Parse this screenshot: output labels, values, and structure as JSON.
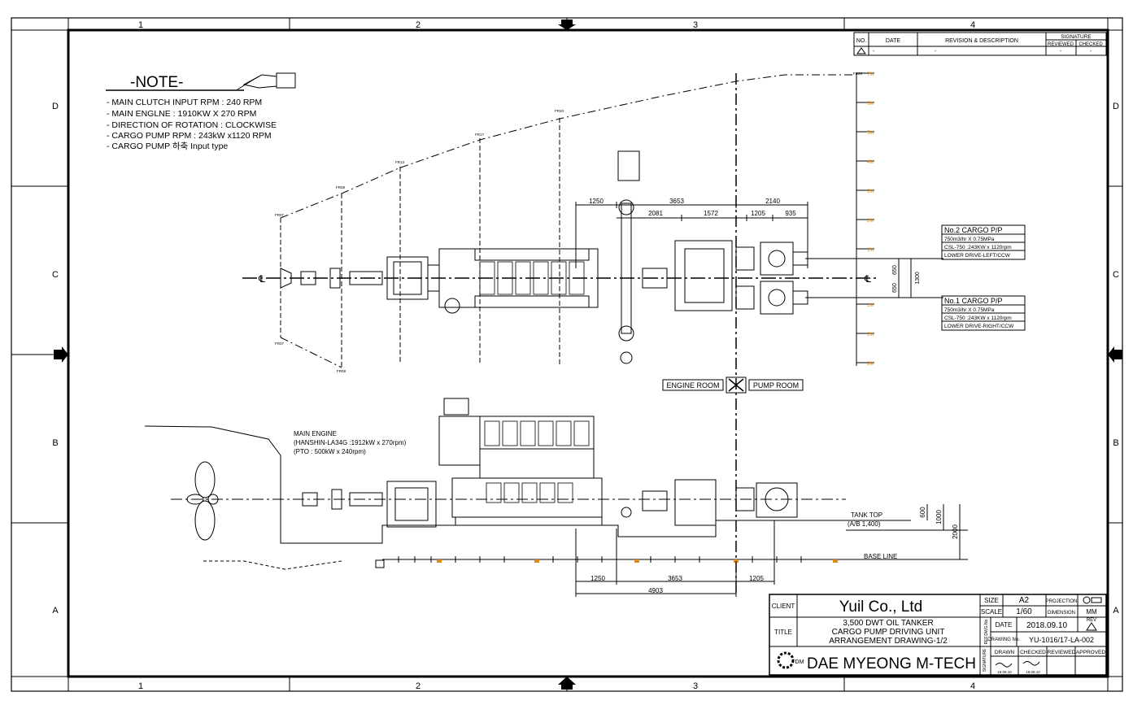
{
  "grid": {
    "cols": [
      "1",
      "2",
      "3",
      "4"
    ],
    "rows": [
      "D",
      "C",
      "B",
      "A"
    ]
  },
  "note": {
    "title": "-NOTE-",
    "lines": [
      "- MAIN CLUTCH INPUT RPM : 240 RPM",
      "- MAIN ENGLNE : 1910KW X 270 RPM",
      "- DIRECTION OF ROTATION : CLOCKWISE",
      "- CARGO PUMP RPM : 243kW x1120 RPM",
      "- CARGO PUMP 하축 Input type"
    ]
  },
  "revision": {
    "headers": [
      "NO.",
      "DATE",
      "REVISION & DESCRIPTION",
      "SIGNATURE",
      "REVIEWED",
      "CHECKED"
    ],
    "row": [
      "-",
      "-",
      "-",
      "-"
    ]
  },
  "plan": {
    "dims_top": [
      "1250",
      "3653",
      "2140"
    ],
    "dims_second": [
      "2081",
      "1572",
      "1205",
      "935"
    ],
    "dims_right": [
      "650",
      "1300",
      "650"
    ],
    "frame_labels": [
      "FR07",
      "FR08",
      "FR13",
      "FR17",
      "FR20",
      "FR26",
      "FR07",
      "FR08"
    ],
    "scale_marks": [
      "7M",
      "6M",
      "5M",
      "4M",
      "3M",
      "2M",
      "1M",
      "0",
      "1M",
      "2M",
      "3M"
    ],
    "cargo_pump_2": {
      "title": "No.2 CARGO P/P",
      "lines": [
        "750m3/hr X 0.75MPa",
        "CSL-750 :243KW x 1120rpm",
        "LOWER DRIVE-LEFT/CCW"
      ]
    },
    "cargo_pump_1": {
      "title": "No.1 CARGO P/P",
      "lines": [
        "750m3/hr X 0.75MPa",
        "CSL-750 :243KW x 1120rpm",
        "LOWER DRIVE-RIGHT/CCW"
      ]
    },
    "engine_room": "ENGINE ROOM",
    "pump_room": "PUMP ROOM"
  },
  "elevation": {
    "main_engine_label": "MAIN ENGINE",
    "main_engine_spec": "(HANSHIN-LA34G :1912kW x 270rpm)",
    "pto_spec": "(PTO : 500kW x 240rpm)",
    "tank_top": "TANK TOP",
    "tank_top_sub": "(A/B 1,400)",
    "base_line": "BASE LINE",
    "dims_bottom": [
      "1250",
      "3653",
      "1205",
      "4903"
    ],
    "dims_vertical": [
      "600",
      "1000",
      "2000"
    ]
  },
  "title_block": {
    "client_label": "CLIENT",
    "client": "Yuil Co., Ltd",
    "title_label": "TITLE",
    "title_lines": [
      "3,500 DWT OIL TANKER",
      "CARGO PUMP DRIVING UNIT",
      "ARRANGEMENT DRAWING-1/2"
    ],
    "company": "DAE MYEONG M-TECH",
    "logo_text": "DM",
    "size_label": "SIZE",
    "size": "A2",
    "projection_label": "PROJECTION",
    "scale_label": "SCALE",
    "scale": "1/60",
    "dimension_label": "DIMENSION",
    "dimension": "MM",
    "date_label": "DATE",
    "date": "2018.09.10",
    "rev_label": "REV",
    "drawing_no_label": "DRAWING No.",
    "drawing_no": "YU-1016/17-LA-002",
    "ref_label": "REF.DWG.No",
    "signature_label": "SIGNATURE",
    "sig_headers": [
      "DRAWN",
      "CHECKED",
      "REVIEWED",
      "APPROVED"
    ],
    "sig_dates": [
      "18.09.10",
      "18.09.10"
    ]
  },
  "colors": {
    "line": "#000000",
    "accent": "#e08a1e"
  }
}
